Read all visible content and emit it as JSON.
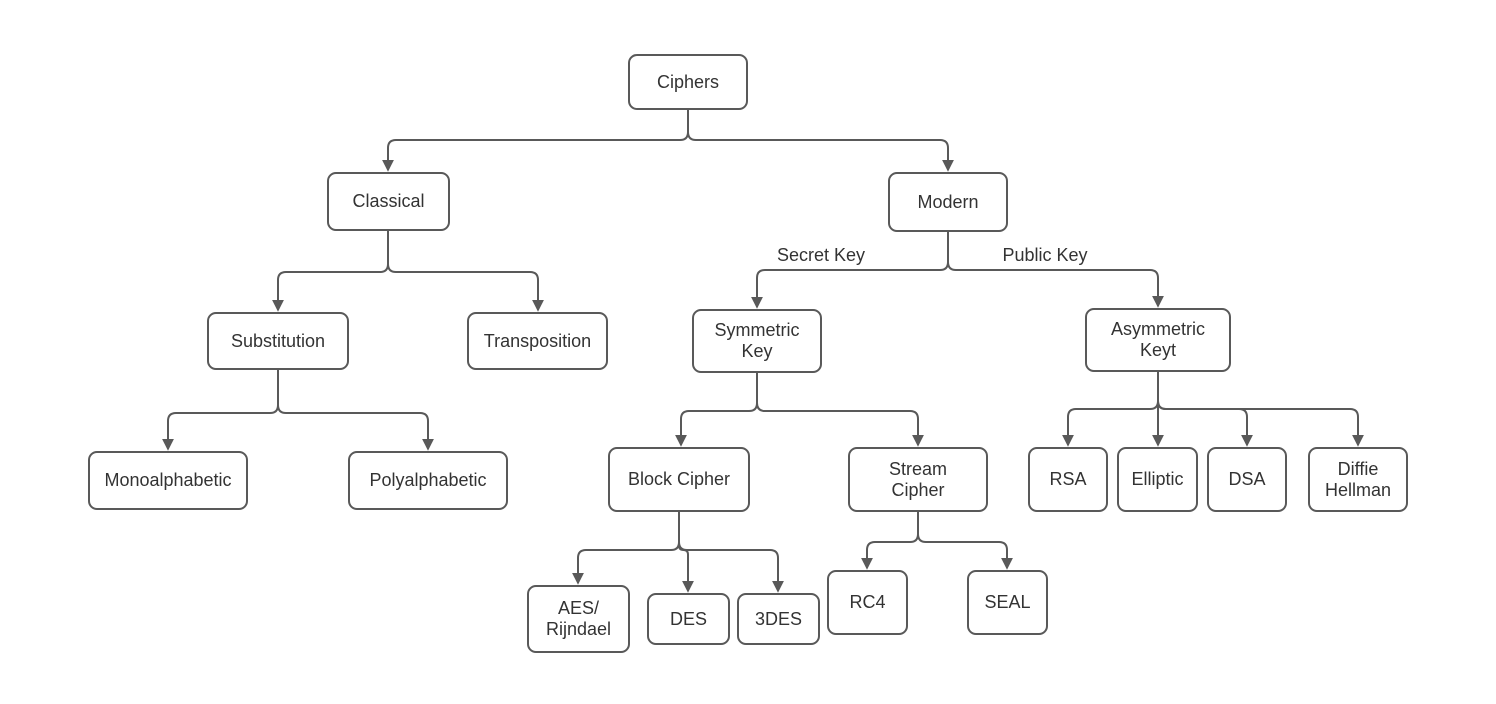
{
  "diagram": {
    "type": "tree",
    "background": "#ffffff",
    "colors": {
      "node_border": "#595959",
      "node_fill": "#ffffff",
      "connector": "#595959",
      "arrowhead": "#595959",
      "text": "#333333"
    },
    "nodes": {
      "ciphers": {
        "label": "Ciphers"
      },
      "classical": {
        "label": "Classical"
      },
      "modern": {
        "label": "Modern"
      },
      "substitution": {
        "label": "Substitution"
      },
      "transposition": {
        "label": "Transposition"
      },
      "symmetric_key": {
        "label": "Symmetric\nKey"
      },
      "asymmetric_key": {
        "label": "Asymmetric\nKeyt"
      },
      "monoalphabetic": {
        "label": "Monoalphabetic"
      },
      "polyalphabetic": {
        "label": "Polyalphabetic"
      },
      "block_cipher": {
        "label": "Block Cipher"
      },
      "stream_cipher": {
        "label": "Stream\nCipher"
      },
      "rsa": {
        "label": "RSA"
      },
      "elliptic": {
        "label": "Elliptic"
      },
      "dsa": {
        "label": "DSA"
      },
      "diffie_hellman": {
        "label": "Diffie\nHellman"
      },
      "aes_rijndael": {
        "label": "AES/\nRijndael"
      },
      "des": {
        "label": "DES"
      },
      "triple_des": {
        "label": "3DES"
      },
      "rc4": {
        "label": "RC4"
      },
      "seal": {
        "label": "SEAL"
      }
    },
    "edge_labels": {
      "secret_key": "Secret Key",
      "public_key": "Public Key"
    },
    "edges": [
      {
        "from": "Ciphers",
        "to": "Classical"
      },
      {
        "from": "Ciphers",
        "to": "Modern"
      },
      {
        "from": "Classical",
        "to": "Substitution"
      },
      {
        "from": "Classical",
        "to": "Transposition"
      },
      {
        "from": "Modern",
        "to": "Symmetric Key",
        "label": "Secret Key"
      },
      {
        "from": "Modern",
        "to": "Asymmetric Keyt",
        "label": "Public Key"
      },
      {
        "from": "Substitution",
        "to": "Monoalphabetic"
      },
      {
        "from": "Substitution",
        "to": "Polyalphabetic"
      },
      {
        "from": "Symmetric Key",
        "to": "Block Cipher"
      },
      {
        "from": "Symmetric Key",
        "to": "Stream Cipher"
      },
      {
        "from": "Asymmetric Keyt",
        "to": "RSA"
      },
      {
        "from": "Asymmetric Keyt",
        "to": "Elliptic"
      },
      {
        "from": "Asymmetric Keyt",
        "to": "DSA"
      },
      {
        "from": "Asymmetric Keyt",
        "to": "Diffie Hellman"
      },
      {
        "from": "Block Cipher",
        "to": "AES/Rijndael"
      },
      {
        "from": "Block Cipher",
        "to": "DES"
      },
      {
        "from": "Block Cipher",
        "to": "3DES"
      },
      {
        "from": "Stream Cipher",
        "to": "RC4"
      },
      {
        "from": "Stream Cipher",
        "to": "SEAL"
      }
    ]
  }
}
